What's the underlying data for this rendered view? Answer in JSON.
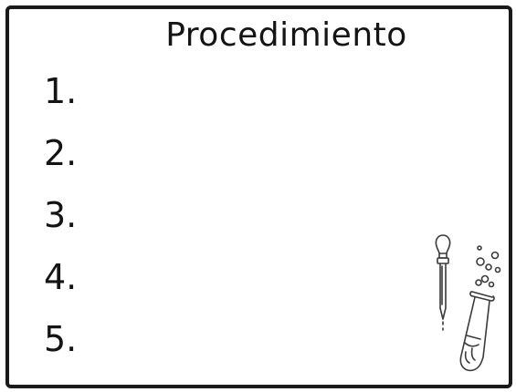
{
  "worksheet": {
    "title": "Procedimiento",
    "steps": [
      {
        "number": "1."
      },
      {
        "number": "2."
      },
      {
        "number": "3."
      },
      {
        "number": "4."
      },
      {
        "number": "5."
      }
    ],
    "illustration": {
      "icons": [
        "dropper-icon",
        "test-tube-icon",
        "bubbles-icon"
      ]
    }
  }
}
